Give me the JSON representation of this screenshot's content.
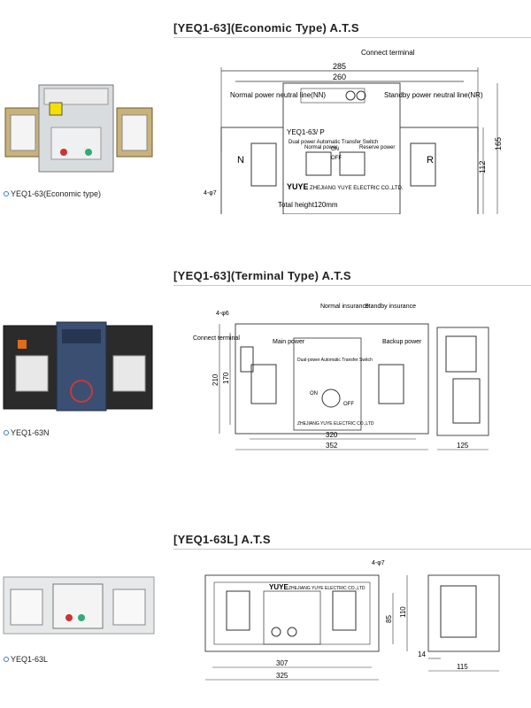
{
  "sections": [
    {
      "title": "[YEQ1-63](Economic Type) A.T.S",
      "caption": "YEQ1-63(Economic type)",
      "dims": {
        "d285": "285",
        "d260": "260",
        "d165": "165",
        "d112": "112"
      },
      "labels": {
        "connect_terminal": "Connect terminal",
        "normal_neutral": "Normal power neutral line(NN)",
        "standby_neutral": "Standby power neutral line(NR)",
        "model": "YEQ1-63/ P",
        "dual_power": "Dual power Automatic Transfer Switch",
        "n": "N",
        "r": "R",
        "normal_power": "Normal power",
        "reserve_power": "Reserve power",
        "on": "ON",
        "off": "OFF",
        "brand": "YUYE",
        "company": "ZHEJIANG YUYE ELECTRIC CO.,LTD.",
        "holes": "4-φ7",
        "total_height": "Total height120mm"
      }
    },
    {
      "title": "[YEQ1-63](Terminal Type) A.T.S",
      "caption": "YEQ1-63N",
      "dims": {
        "d210": "210",
        "d170": "170",
        "d320": "320",
        "d352": "352",
        "d125": "125"
      },
      "labels": {
        "holes": "4-φ6",
        "normal_insurance": "Normal insurance",
        "standby_insurance": "Standby insurance",
        "connect_terminal": "Connect terminal",
        "main_power": "Main power",
        "backup_power": "Backup power",
        "dual_power": "Dual-power Automatic Transfer Switch",
        "company": "ZHEJIANG YUYE ELECTRIC CO.,LTD",
        "on": "ON",
        "off": "OFF"
      }
    },
    {
      "title": "[YEQ1-63L] A.T.S",
      "caption": "YEQ1-63L",
      "dims": {
        "d85": "85",
        "d110": "110",
        "d307": "307",
        "d325": "325",
        "d14": "14",
        "d115": "115"
      },
      "labels": {
        "holes": "4-φ7",
        "brand": "YUYE",
        "company": "ZHEJIANG YUYE ELECTRIC CO.,LTD"
      }
    }
  ]
}
